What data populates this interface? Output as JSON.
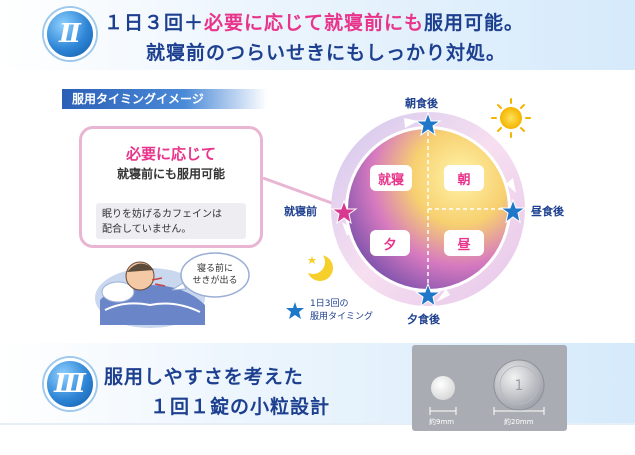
{
  "section2": {
    "numeral": "Ⅱ",
    "headline_line1_part1": "１日３回＋",
    "headline_line1_pink": "必要に応じて就寝前にも",
    "headline_line1_part2": "服用可能。",
    "headline_line2": "就寝前のつらいせきにもしっかり対処。"
  },
  "timing": {
    "tag": "服用タイミングイメージ",
    "callout_title": "必要に応じて",
    "callout_sub": "就寝前にも服用可能",
    "callout_note_line1": "眠りを妨げるカフェインは",
    "callout_note_line2": "配合していません。",
    "bubble_line1": "寝る前に",
    "bubble_line2": "せきが出る",
    "clock_labels": {
      "morning": "朝食後",
      "noon": "昼食後",
      "evening": "夕食後",
      "bedtime": "就寝前"
    },
    "quadrants": {
      "sleep": "就寝",
      "morning": "朝",
      "evening": "夕",
      "noon": "昼"
    },
    "legend_line1": "1日3回の",
    "legend_line2": "服用タイミング"
  },
  "section3": {
    "numeral": "Ⅲ",
    "headline_line1": "服用しやすさを考えた",
    "headline_line2": "１回１錠の小粒設計",
    "tablet_size": "約9mm",
    "coin_size": "約20mm"
  },
  "colors": {
    "navy": "#1d3f8f",
    "pink": "#e8348a",
    "tag_blue": "#2b5fb7"
  }
}
